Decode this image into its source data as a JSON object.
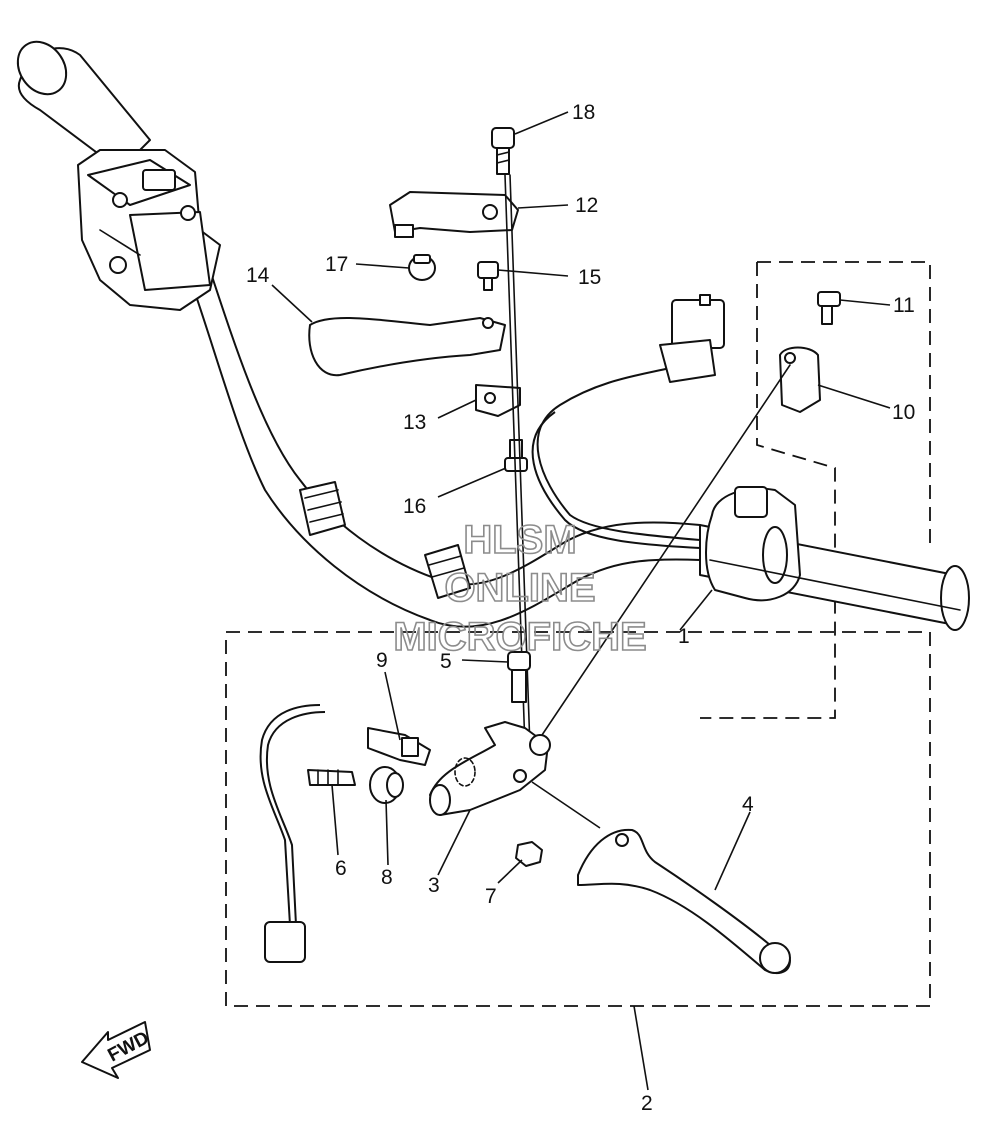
{
  "diagram": {
    "callouts": [
      {
        "id": "callout-1",
        "label": "1"
      },
      {
        "id": "callout-2",
        "label": "2"
      },
      {
        "id": "callout-3",
        "label": "3"
      },
      {
        "id": "callout-4",
        "label": "4"
      },
      {
        "id": "callout-5",
        "label": "5"
      },
      {
        "id": "callout-6",
        "label": "6"
      },
      {
        "id": "callout-7",
        "label": "7"
      },
      {
        "id": "callout-8",
        "label": "8"
      },
      {
        "id": "callout-9",
        "label": "9"
      },
      {
        "id": "callout-10",
        "label": "10"
      },
      {
        "id": "callout-11",
        "label": "11"
      },
      {
        "id": "callout-12",
        "label": "12"
      },
      {
        "id": "callout-13",
        "label": "13"
      },
      {
        "id": "callout-14",
        "label": "14"
      },
      {
        "id": "callout-15",
        "label": "15"
      },
      {
        "id": "callout-16",
        "label": "16"
      },
      {
        "id": "callout-17",
        "label": "17"
      },
      {
        "id": "callout-18",
        "label": "18"
      }
    ],
    "watermark": [
      "HLSM",
      "ONLINE",
      "MICROFICHE"
    ],
    "direction_arrow": "FWD"
  }
}
